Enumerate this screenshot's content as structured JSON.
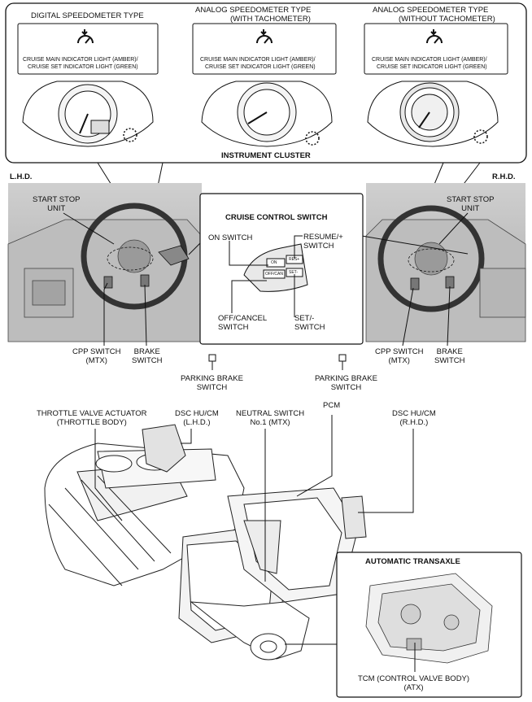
{
  "top_panel": {
    "digital_title": "DIGITAL SPEEDOMETER TYPE",
    "analog_tacho_title_1": "ANALOG SPEEDOMETER TYPE",
    "analog_tacho_title_2": "(WITH TACHOMETER)",
    "analog_notacho_title_1": "ANALOG SPEEDOMETER TYPE",
    "analog_notacho_title_2": "(WITHOUT TACHOMETER)",
    "indicator_line_1": "CRUISE MAIN INDICATOR LIGHT (AMBER)/",
    "indicator_line_2": "CRUISE SET INDICATOR LIGHT (GREEN)",
    "instrument_cluster": "INSTRUMENT CLUSTER"
  },
  "middle": {
    "lhd": "L.H.D.",
    "rhd": "R.H.D.",
    "start_stop_l1": "START STOP",
    "start_stop_l2": "UNIT",
    "cruise_control_switch": "CRUISE CONTROL SWITCH",
    "on_switch": "ON SWITCH",
    "resume_l1": "RESUME/+",
    "resume_l2": "SWITCH",
    "off_cancel_l1": "OFF/CANCEL",
    "off_cancel_l2": "SWITCH",
    "set_l1": "SET/-",
    "set_l2": "SWITCH",
    "cpp_l1": "CPP SWITCH",
    "cpp_l2": "(MTX)",
    "brake_l1": "BRAKE",
    "brake_l2": "SWITCH",
    "parking_l1": "PARKING BRAKE",
    "parking_l2": "SWITCH",
    "sw_on": "ON",
    "sw_res": "RES+",
    "sw_offcan": "OFF/CAN",
    "sw_set": "SET-"
  },
  "bottom": {
    "throttle_l1": "THROTTLE VALVE ACTUATOR",
    "throttle_l2": "(THROTTLE BODY)",
    "dsc_lhd_l1": "DSC HU/CM",
    "dsc_lhd_l2": "(L.H.D.)",
    "neutral_l1": "NEUTRAL SWITCH",
    "neutral_l2": "No.1 (MTX)",
    "pcm": "PCM",
    "dsc_rhd_l1": "DSC HU/CM",
    "dsc_rhd_l2": "(R.H.D.)",
    "automatic_transaxle": "AUTOMATIC TRANSAXLE",
    "tcm_l1": "TCM (CONTROL VALVE BODY)",
    "tcm_l2": "(ATX)"
  }
}
